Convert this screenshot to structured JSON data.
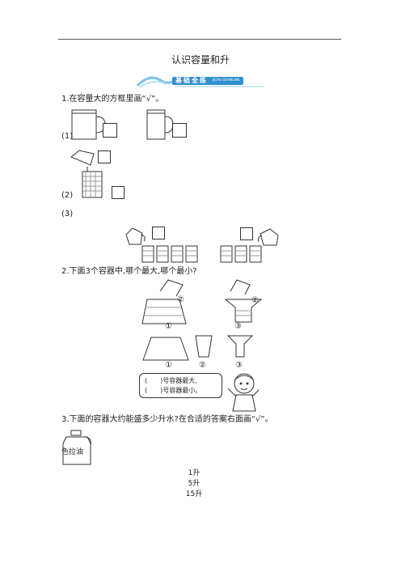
{
  "page": {
    "title": "认识容量和升",
    "banner": {
      "main": "基础全练",
      "sub": "JICHU QUANLIAN",
      "accent": "#2f8fd0"
    }
  },
  "q1": {
    "text": "1.在容量大的方框里画“√”。",
    "p1": "(1)",
    "p2": "(2)",
    "p3": "(3)"
  },
  "q2": {
    "text": "2.下面3个容器中,哪个最大,哪个最小?",
    "labels": {
      "c1": "①",
      "c2": "②",
      "c3": "③"
    },
    "bubble": {
      "line1": "(　　)号容器最大,",
      "line2": "(　　)号容器最小。"
    }
  },
  "q3": {
    "text": "3.下面的容器大约能盛多少升水?在合适的答案右面画“√”。",
    "bottle_label": "色拉油",
    "options": [
      "1升",
      "5升",
      "15升"
    ]
  },
  "icons": {
    "beaker": "beaker-icon",
    "pitcher": "pitcher-icon",
    "cup": "cup-icon",
    "oil": "oil-bottle-icon",
    "girl": "girl-icon"
  }
}
